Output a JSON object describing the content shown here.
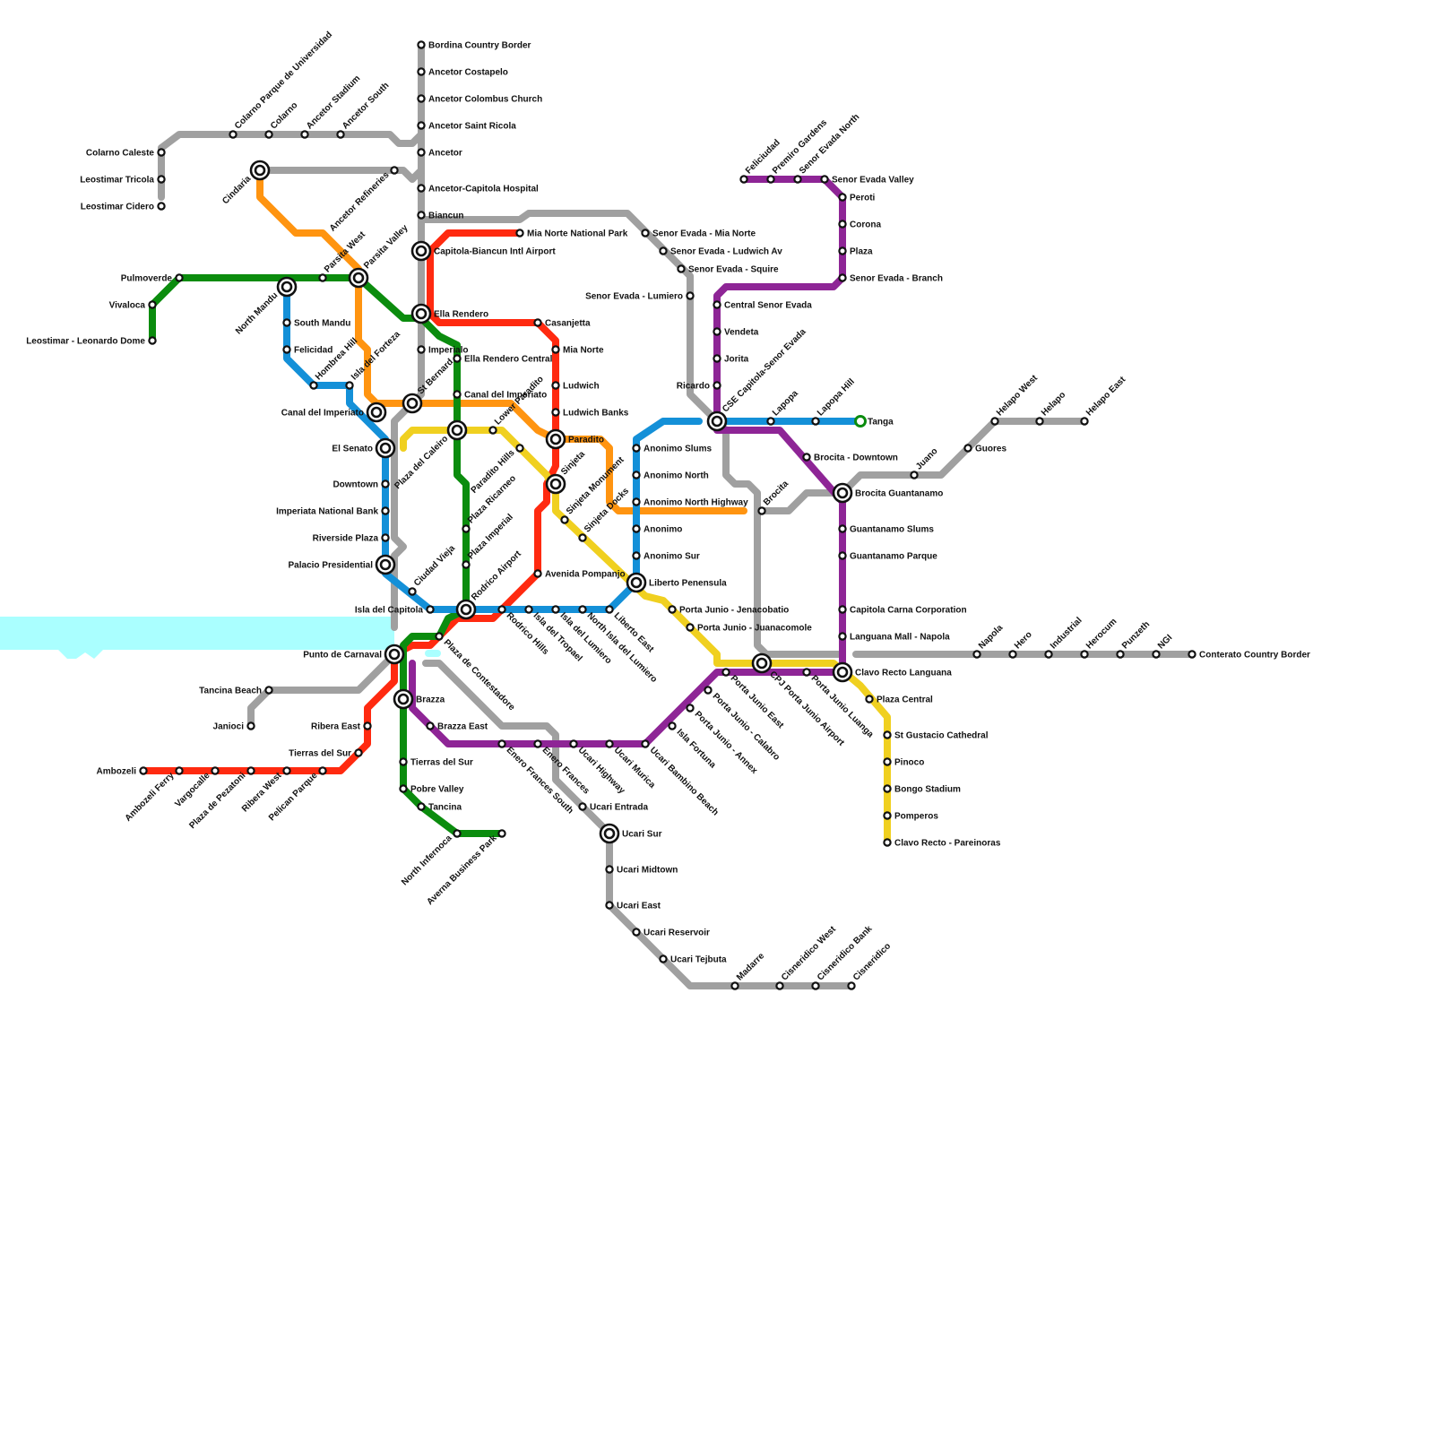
{
  "map": {
    "colors": {
      "gray": "#a0a0a0",
      "red": "#ff2a10",
      "orange": "#ff9410",
      "green": "#0b8c0e",
      "blue": "#1490d8",
      "yellow": "#f0d020",
      "purple": "#8e2596",
      "water": "#aaffff"
    },
    "stations": {
      "bordina_country_border": "Bordina Country Border",
      "ancetor_costapelo": "Ancetor Costapelo",
      "ancetor_colombus_church": "Ancetor Colombus Church",
      "ancetor_saint_ricola": "Ancetor Saint Ricola",
      "ancetor": "Ancetor",
      "ancetor_capitola_hospital": "Ancetor-Capitola Hospital",
      "biancun": "Biancun",
      "capitola_biancun_airport": "Capitola-Biancun Intl Airport",
      "ella_rendero": "Ella Rendero",
      "imperialo": "Imperialo",
      "ella_rendero_central": "Ella Rendero Central",
      "canal_del_imperiato_e": "Canal del Imperiato",
      "canal_del_imperiato_w": "Canal del Imperiato",
      "mia_norte_national_park": "Mia Norte National Park",
      "casanjetta": "Casanjetta",
      "mia_norte": "Mia Norte",
      "ludwich": "Ludwich",
      "ludwich_banks": "Ludwich Banks",
      "paradito": "Paradito",
      "sinjeta": "Sinjeta",
      "sinjeta_monument": "Sinjeta Monument",
      "sinjeta_docks": "Sinjeta Docks",
      "lower_paradito": "Lower Paradito",
      "paradito_hills": "Paradito Hills",
      "st_bernard": "St Bernard",
      "plaza_del_caleiro": "Plaza del Caleiro",
      "plaza_ricarneo": "Plaza Ricarneo",
      "plaza_imperial": "Plaza Imperial",
      "rodrico_airport": "Rodrico Airport",
      "rodrico_hills": "Rodrico Hills",
      "avenida_pompanjo": "Avenida Pompanjo",
      "isla_del_tropael": "Isla del Tropael",
      "isla_del_lumiero": "Isla del Lumiero",
      "north_isla_del_lumiero": "North Isla del Lumiero",
      "liberto_east": "Liberto East",
      "liberto_penensula": "Liberto Penensula",
      "anonimo_slums": "Anonimo Slums",
      "anonimo_north": "Anonimo North",
      "anonimo_north_highway": "Anonimo North Highway",
      "anonimo": "Anonimo",
      "anonimo_sur": "Anonimo Sur",
      "colarno_caleste": "Colarno Caleste",
      "leostimar_tricola": "Leostimar Tricola",
      "leostimar_cidero": "Leostimar Cidero",
      "colarno_parque": "Colarno Parque de Universidad",
      "colarno": "Colarno",
      "ancetor_stadium": "Ancetor Stadium",
      "ancetor_south": "Ancetor South",
      "cindaria": "Cindaria",
      "ancetor_refineries": "Ancetor Refineries",
      "pulmoverde": "Pulmoverde",
      "vivaloca": "Vivaloca",
      "leostimar_leonardo_dome": "Leostimar - Leonardo Dome",
      "north_mandu": "North Mandu",
      "parsita_west": "Parsita West",
      "parsita_valley": "Parsita Valley",
      "south_mandu": "South Mandu",
      "felicidad": "Felicidad",
      "hombrea_hill": "Hombrea Hill",
      "isla_del_forteza": "Isla del Forteza",
      "el_senato": "El Senato",
      "downtown": "Downtown",
      "imperiata_national_bank": "Imperiata National Bank",
      "riverside_plaza": "Riverside Plaza",
      "palacio_presidential": "Palacio Presidential",
      "ciudad_vieja": "Ciudad Vieja",
      "isla_del_capitola": "Isla del Capitola",
      "punto_de_carnaval": "Punto de Carnaval",
      "plaza_de_contestadore": "Plaza de Contestadore",
      "tancina_beach": "Tancina Beach",
      "janioci": "Janioci",
      "brazza": "Brazza",
      "brazza_east": "Brazza East",
      "ribera_east": "Ribera East",
      "tierras_del_sur_w": "Tierras del Sur",
      "tierras_del_sur_e": "Tierras del Sur",
      "pobre_valley": "Pobre Valley",
      "tancina": "Tancina",
      "north_infernoca": "North Infernoca",
      "averna_business_park": "Averna Business Park",
      "ambozeli": "Ambozeli",
      "ambozeli_ferry": "Ambozeli Ferry",
      "vargocalle": "Vargocalle",
      "plaza_de_pezatoni": "Plaza de Pezatoni",
      "ribera_west": "Ribera West",
      "pelican_parque": "Pelican Parque",
      "enero_frances_south": "Enero Frances South",
      "enero_frances": "Enero Frances",
      "ucari_highway": "Ucari Highway",
      "ucari_murica": "Ucari Murica",
      "ucari_bambino_beach": "Ucari Bambino Beach",
      "ucari_entrada": "Ucari Entrada",
      "ucari_sur": "Ucari Sur",
      "ucari_midtown": "Ucari Midtown",
      "ucari_east": "Ucari East",
      "ucari_reservoir": "Ucari Reservoir",
      "ucari_tejbuta": "Ucari Tejbuta",
      "madarre": "Madarre",
      "cisneridico_west": "Cisneridico West",
      "cisneridico_bank": "Cisneridico Bank",
      "cisneridico": "Cisneridico",
      "isla_fortuna": "Isla Fortuna",
      "porta_junio_annex": "Porta Junio - Annex",
      "porta_junio_calabro": "Porta Junio - Calabro",
      "porta_junio_east": "Porta Junio East",
      "porta_junio_jenacobatio": "Porta Junio - Jenacobatio",
      "porta_junio_juanacomole": "Porta Junio - Juanacomole",
      "cpj_porta_junio_airport": "CPJ Porta Junio Airport",
      "porta_junio_luanga": "Porta Junio Luanga",
      "clavo_recto_languana": "Clavo Recto Languana",
      "plaza_central": "Plaza Central",
      "st_gustacio_cathedral": "St Gustacio Cathedral",
      "pinoco": "Pinoco",
      "bongo_stadium": "Bongo Stadium",
      "pomperos": "Pomperos",
      "clavo_recto_pareinoras": "Clavo Recto - Pareinoras",
      "languana_mall_napola": "Languana Mall - Napola",
      "capitola_carna_corporation": "Capitola Carna Corporation",
      "guantanamo_parque": "Guantanamo Parque",
      "guantanamo_slums": "Guantanamo Slums",
      "brocita_guantanamo": "Brocita Guantanamo",
      "brocita": "Brocita",
      "brocita_downtown": "Brocita - Downtown",
      "juano": "Juano",
      "guores": "Guores",
      "helapo_west": "Helapo West",
      "helapo": "Helapo",
      "helapo_east": "Helapo East",
      "napola": "Napola",
      "hero": "Hero",
      "industrial": "Industrial",
      "herocum": "Herocum",
      "punzeth": "Punzeth",
      "ngi": "NGI",
      "conterato_country_border": "Conterato Country Border",
      "cse_capitola_senor_evada": "CSE Capitola-Senor Evada",
      "lapopa": "Lapopa",
      "lapopa_hill": "Lapopa Hill",
      "tanga": "Tanga",
      "ricardo": "Ricardo",
      "jorita": "Jorita",
      "vendeta": "Vendeta",
      "central_senor_evada": "Central Senor Evada",
      "senor_evada_lumiero": "Senor Evada - Lumiero",
      "senor_evada_squire": "Senor Evada - Squire",
      "senor_evada_ludwich_av": "Senor Evada - Ludwich Av",
      "senor_evada_mia_norte": "Senor Evada - Mia Norte",
      "feliciudad": "Feliciudad",
      "premiro_gardens": "Premiro Gardens",
      "senor_evada_north": "Senor Evada North",
      "senor_evada_valley": "Senor Evada Valley",
      "peroti": "Peroti",
      "corona": "Corona",
      "plaza": "Plaza",
      "senor_evada_branch": "Senor Evada - Branch"
    }
  }
}
